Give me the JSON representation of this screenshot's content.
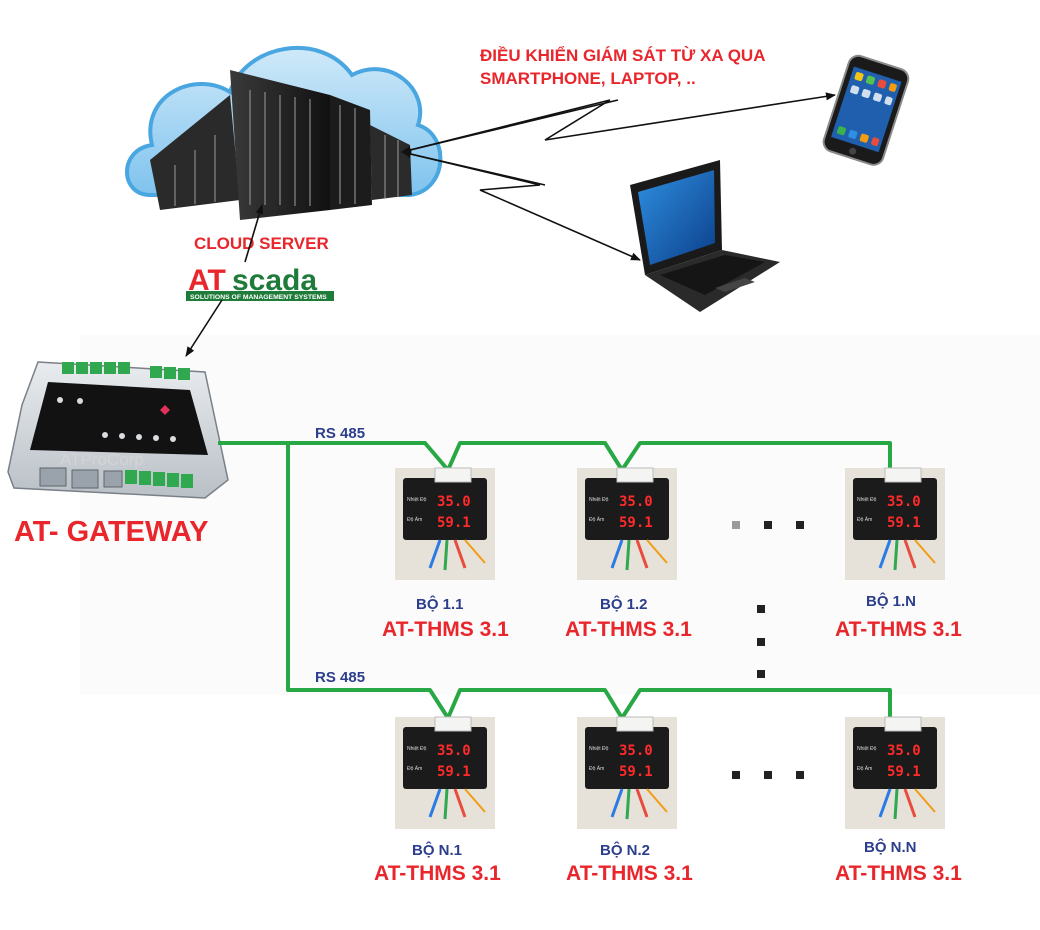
{
  "remote_caption_line1": "ĐIỀU KHIỂN GIÁM SÁT TỪ XA QUA",
  "remote_caption_line2": "SMARTPHONE, LAPTOP, ..",
  "cloud_label": "CLOUD SERVER",
  "brand": {
    "at": "AT",
    "scada": "scada",
    "tagline": "SOLUTIONS OF MANAGEMENT SYSTEMS",
    "green": "#1e7b3a",
    "red": "#e8262b"
  },
  "gateway": {
    "label": "AT- GATEWAY",
    "watermark": "ATProCorp"
  },
  "bus_label": "RS 485",
  "bus_color": "#27a844",
  "device_model": "AT-THMS 3.1",
  "device_display": {
    "top": "35.0",
    "bottom": "59.1",
    "line1": "Nhiệt Độ",
    "line2": "Độ Ẩm"
  },
  "row1_units": [
    "BỘ 1.1",
    "BỘ 1.2",
    "BỘ 1.N"
  ],
  "row2_units": [
    "BỘ N.1",
    "BỘ N.2",
    "BỘ N.N"
  ],
  "icons": [
    "cloud-icon",
    "server-icon",
    "smartphone-icon",
    "laptop-icon",
    "gateway-device-icon",
    "sensor-device-icon"
  ]
}
